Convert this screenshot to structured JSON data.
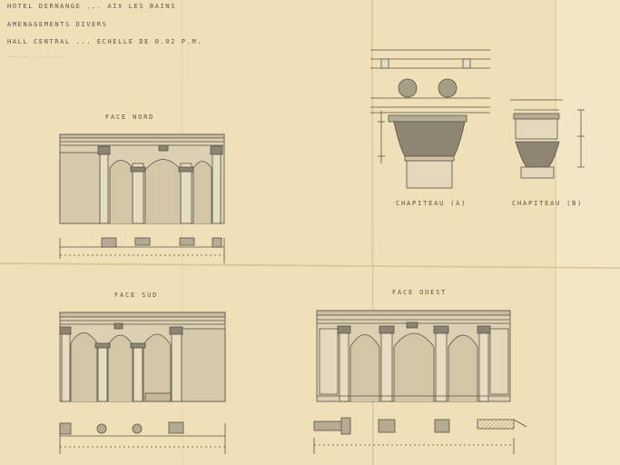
{
  "header": {
    "line1": "HOTEL  DERNANGE  ... AIX  LES BAINS",
    "line2": "AMENAGEMENTS  DIVERS",
    "line3": "HALL  CENTRAL ... ECHELLE  DE 0.02 P.M.",
    "note": "........ ..........."
  },
  "views": {
    "north_face": "FACE NORD",
    "south_face": "FACE SUD",
    "west_face": "FACE OUEST",
    "capital_large": "CHAPITEAU  (A)",
    "capital_small": "CHAPITEAU  (B)"
  },
  "colors": {
    "paper": "#efe0b8",
    "ink": "#5a5348",
    "shade": "#cfc3a4"
  }
}
